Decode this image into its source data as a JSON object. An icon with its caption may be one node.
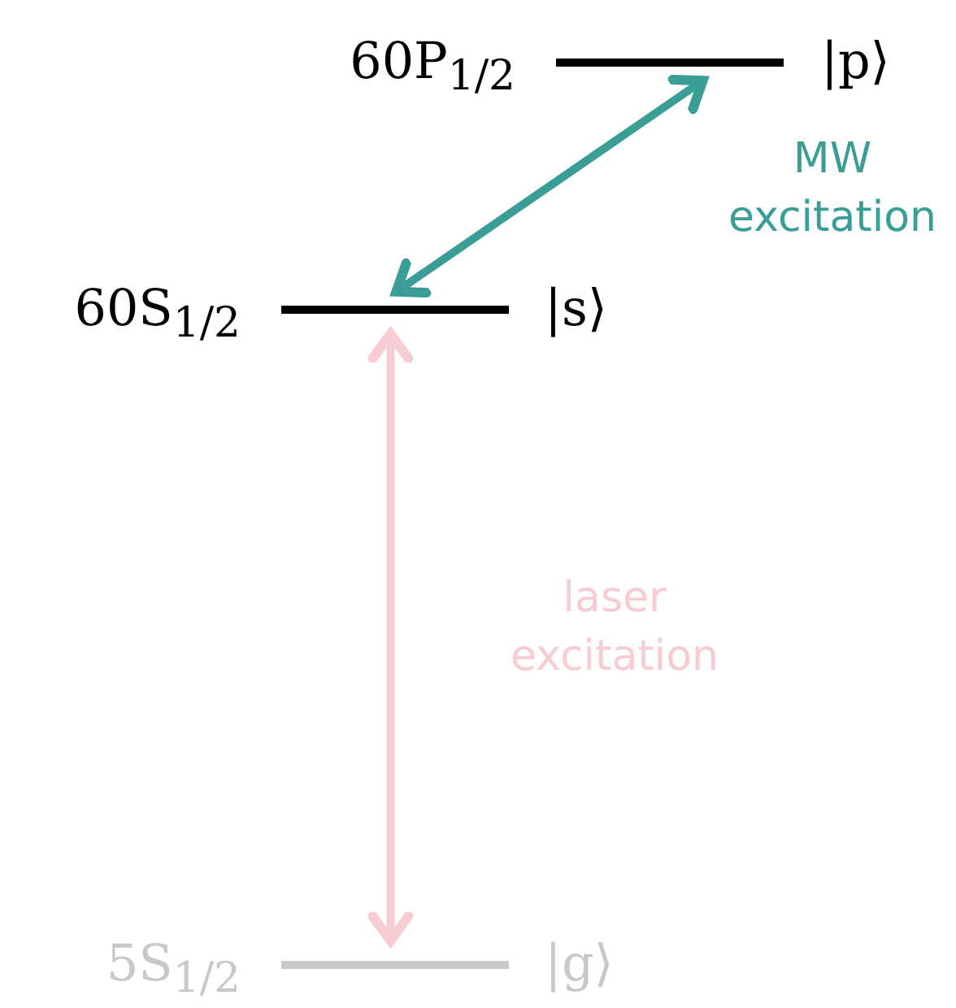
{
  "diagram": {
    "nodes": [
      {
        "text": [],
        "shape": "bar",
        "beside": [
          "60P$_{1/2}$",
          "|p⟩"
        ]
      },
      {
        "text": [],
        "shape": "bar",
        "beside": [
          "60S$_{1/2}$",
          "|s⟩"
        ]
      },
      {
        "text": [],
        "shape": "bar",
        "beside": [
          "5S$_{1/2}$",
          "|g⟩"
        ]
      }
    ],
    "edges": [
      {
        "from": 0,
        "to": 1,
        "arrow": "both",
        "label": "MW excitation",
        "color": "#3a9e96"
      },
      {
        "from": 1,
        "to": 2,
        "arrow": "both",
        "label": "laser excitation",
        "color": "#f7ccd3"
      }
    ]
  }
}
